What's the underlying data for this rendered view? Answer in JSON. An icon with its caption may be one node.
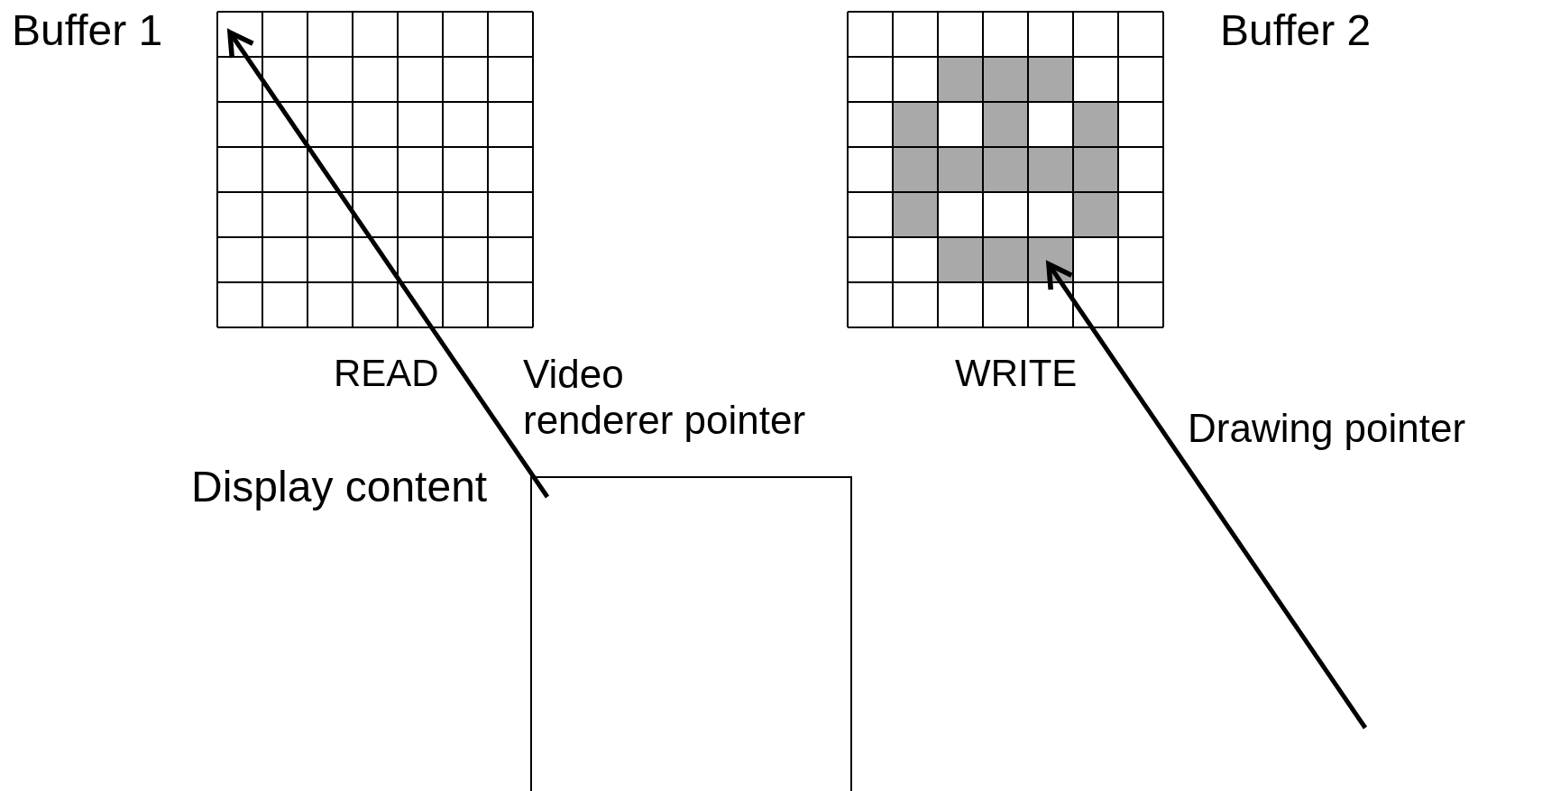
{
  "diagram": {
    "nodes": [
      {
        "text": [
          "Buffer 1"
        ],
        "beside": [
          "READ"
        ]
      },
      {
        "text": [
          "Buffer 2"
        ],
        "beside": [
          "WRITE"
        ]
      },
      {
        "text": [
          "Display content"
        ]
      }
    ],
    "edges": [
      {
        "from": 2,
        "to": 0,
        "arrow": "to",
        "label": "Video renderer pointer"
      },
      {
        "from": null,
        "to": 1,
        "arrow": "to",
        "label": "Drawing pointer"
      }
    ]
  }
}
